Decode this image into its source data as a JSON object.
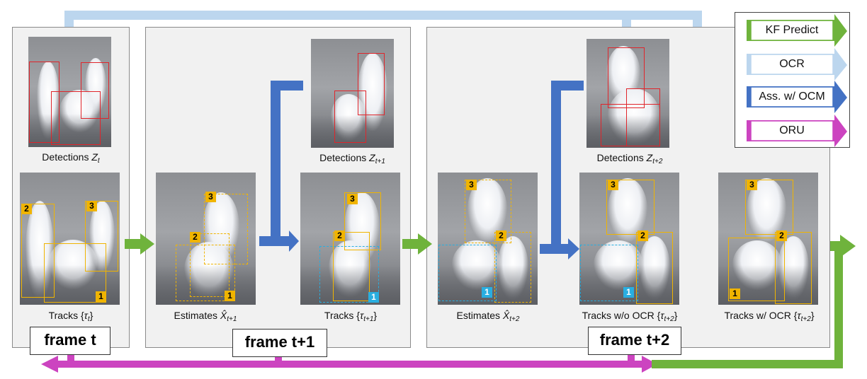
{
  "frames": {
    "t": "frame t",
    "t1": "frame t+1",
    "t2": "frame t+2"
  },
  "captions": {
    "det_t": {
      "pre": "Detections ",
      "var": "Z",
      "sub": "t",
      "post": ""
    },
    "tracks_t": {
      "pre": "Tracks {",
      "var": "τ",
      "sub": "t",
      "post": "}"
    },
    "det_t1": {
      "pre": "Detections ",
      "var": "Z",
      "sub": "t+1",
      "post": ""
    },
    "est_t1": {
      "pre": "Estimates ",
      "var": "X̂",
      "sub": "t+1",
      "post": ""
    },
    "tracks_t1": {
      "pre": "Tracks {",
      "var": "τ",
      "sub": "t+1",
      "post": "}"
    },
    "det_t2": {
      "pre": "Detections ",
      "var": "Z",
      "sub": "t+2",
      "post": ""
    },
    "est_t2": {
      "pre": "Estimates ",
      "var": "X̂",
      "sub": "t+2",
      "post": ""
    },
    "tracks_noocr": {
      "pre": "Tracks w/o OCR {",
      "var": "τ",
      "sub": "t+2",
      "post": "}"
    },
    "tracks_ocr": {
      "pre": "Tracks w/ OCR {",
      "var": "τ",
      "sub": "t+2",
      "post": "}"
    }
  },
  "track_ids": {
    "one": "1",
    "two": "2",
    "three": "3"
  },
  "legend": {
    "kf": "KF Predict",
    "ocr": "OCR",
    "ass": "Ass. w/ OCM",
    "oru": "ORU"
  },
  "colors": {
    "kf_predict": "#6fb33c",
    "ocr": "#bcd6ee",
    "association": "#4472c4",
    "oru": "#cc44c0",
    "detection_box": "#e0252b",
    "track_box": "#f0b400",
    "lost_track_box": "#29aee0"
  }
}
